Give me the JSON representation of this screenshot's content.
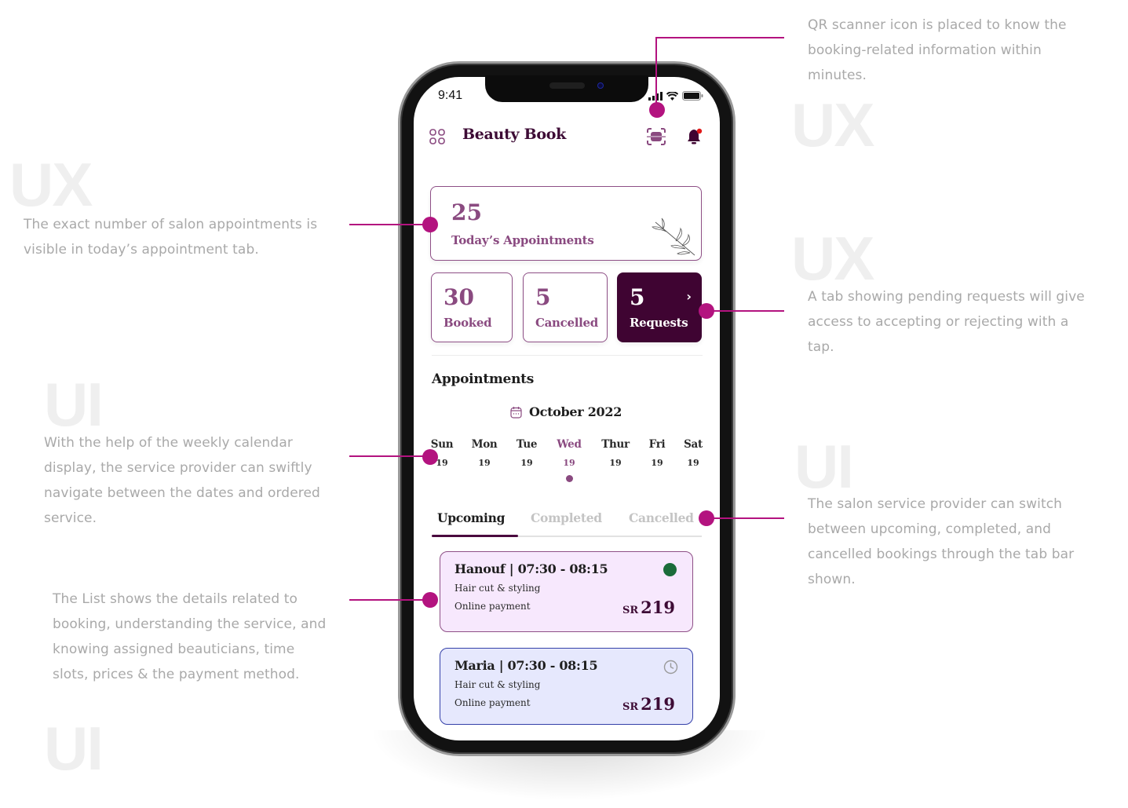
{
  "annotations": {
    "qr": {
      "tag": "UX",
      "text": "QR scanner icon is placed to know the booking-related information within minutes."
    },
    "today": {
      "tag": "UX",
      "text": "The exact number of salon appointments is visible in today’s appointment tab."
    },
    "requests": {
      "tag": "UX",
      "text": "A tab showing pending requests will give access to accepting or rejecting with a tap."
    },
    "calendar": {
      "tag": "UI",
      "text": "With the help of the weekly calendar display, the service provider can swiftly navigate between the dates and ordered service."
    },
    "tabs": {
      "tag": "UI",
      "text": "The salon service provider can switch between upcoming, completed, and cancelled bookings through the tab bar shown."
    },
    "list": {
      "tag": "UI",
      "text": "The List shows the details related to booking, understanding the service, and knowing assigned beauticians, time slots, prices & the payment method."
    }
  },
  "status_bar": {
    "time": "9:41"
  },
  "header": {
    "title": "Beauty Book",
    "menu_icon": "grid-icon",
    "qr_icon": "qr-scanner-icon",
    "bell_icon": "bell-icon"
  },
  "today": {
    "count": "25",
    "label": "Today’s Appointments"
  },
  "stats": [
    {
      "count": "30",
      "label": "Booked"
    },
    {
      "count": "5",
      "label": "Cancelled"
    },
    {
      "count": "5",
      "label": "Requests",
      "chevron": "›"
    }
  ],
  "appointments_section": {
    "title": "Appointments",
    "month": "October 2022",
    "days": [
      {
        "name": "Sun",
        "date": "19"
      },
      {
        "name": "Mon",
        "date": "19"
      },
      {
        "name": "Tue",
        "date": "19"
      },
      {
        "name": "Wed",
        "date": "19",
        "active": true
      },
      {
        "name": "Thur",
        "date": "19"
      },
      {
        "name": "Fri",
        "date": "19"
      },
      {
        "name": "Sat",
        "date": "19"
      }
    ],
    "tabs": [
      {
        "label": "Upcoming",
        "active": true
      },
      {
        "label": "Completed"
      },
      {
        "label": "Cancelled"
      }
    ],
    "list": [
      {
        "title": "Hanouf | 07:30 - 08:15",
        "service": "Hair cut & styling",
        "payment": "Online payment",
        "currency": "SR",
        "amount": "219",
        "status": "confirmed"
      },
      {
        "title": "Maria | 07:30 - 08:15",
        "service": "Hair cut & styling",
        "payment": "Online payment",
        "currency": "SR",
        "amount": "219",
        "status": "pending"
      }
    ]
  },
  "colors": {
    "brand_dark": "#3f0432",
    "brand": "#8a4a80",
    "annotation_accent": "#b3137f",
    "confirmed": "#1b6b3a",
    "card_pink": "#f7e8fd",
    "card_blue": "#e6e8fd"
  }
}
